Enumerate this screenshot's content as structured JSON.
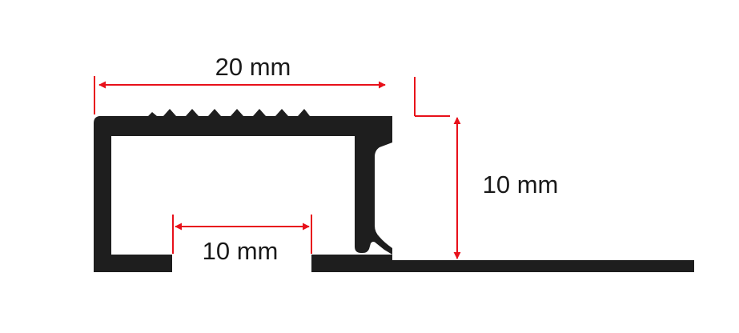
{
  "diagram": {
    "dimensions": {
      "top_width": "20 mm",
      "height": "10 mm",
      "bottom_gap": "10 mm"
    },
    "colors": {
      "profile": "#1e1e1e",
      "dimension_line": "#e8101a",
      "label": "#1a1a1a",
      "background": "#ffffff"
    }
  }
}
